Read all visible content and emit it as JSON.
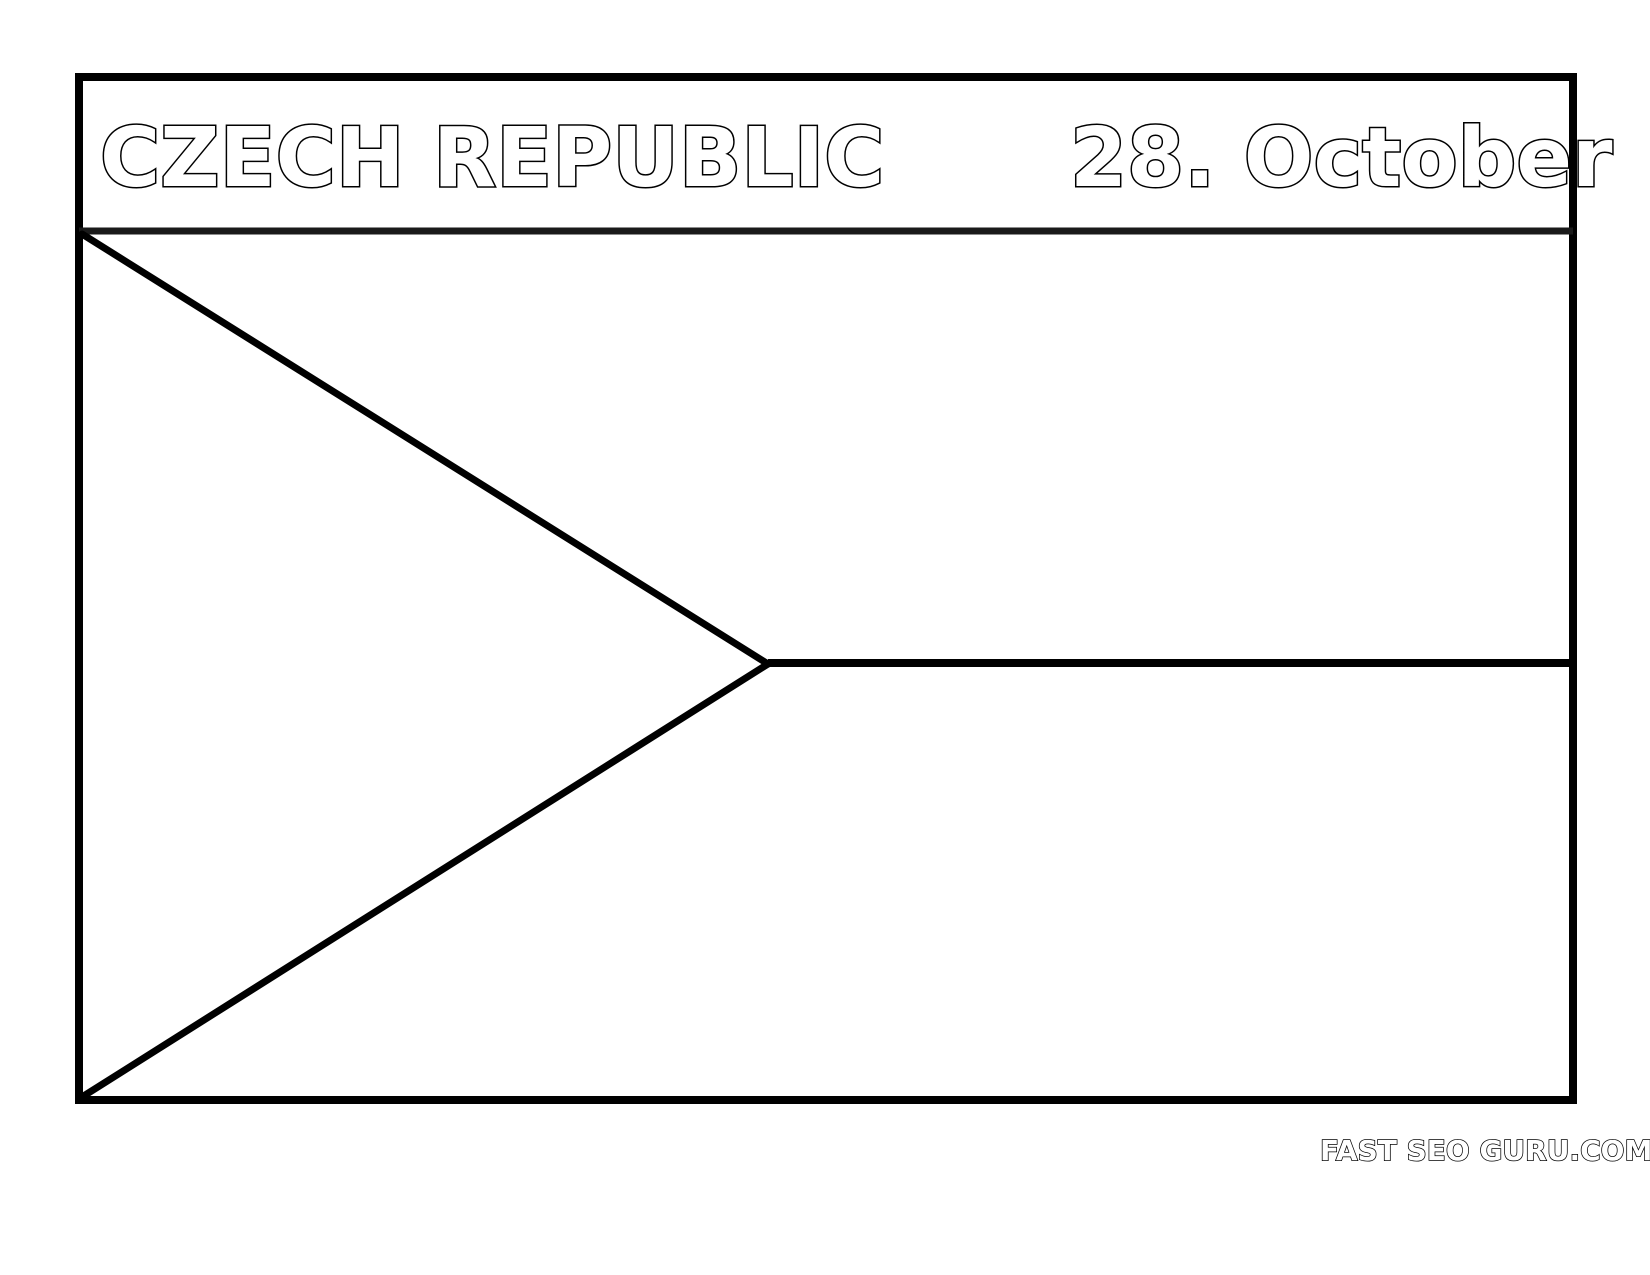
{
  "page": {
    "type": "coloring-page",
    "subject": "flag"
  },
  "header": {
    "country": "CZECH REPUBLIC",
    "date": "28. October"
  },
  "flag": {
    "frame_color": "#000000",
    "divider_color": "#1a1a1a",
    "fill_color": "#ffffff",
    "regions": [
      {
        "name": "top-band"
      },
      {
        "name": "bottom-band"
      },
      {
        "name": "left-triangle"
      }
    ]
  },
  "footer": {
    "watermark": "FAST SEO GURU.COM"
  },
  "colors": {
    "background": "#ffffff",
    "outline": "#000000"
  }
}
